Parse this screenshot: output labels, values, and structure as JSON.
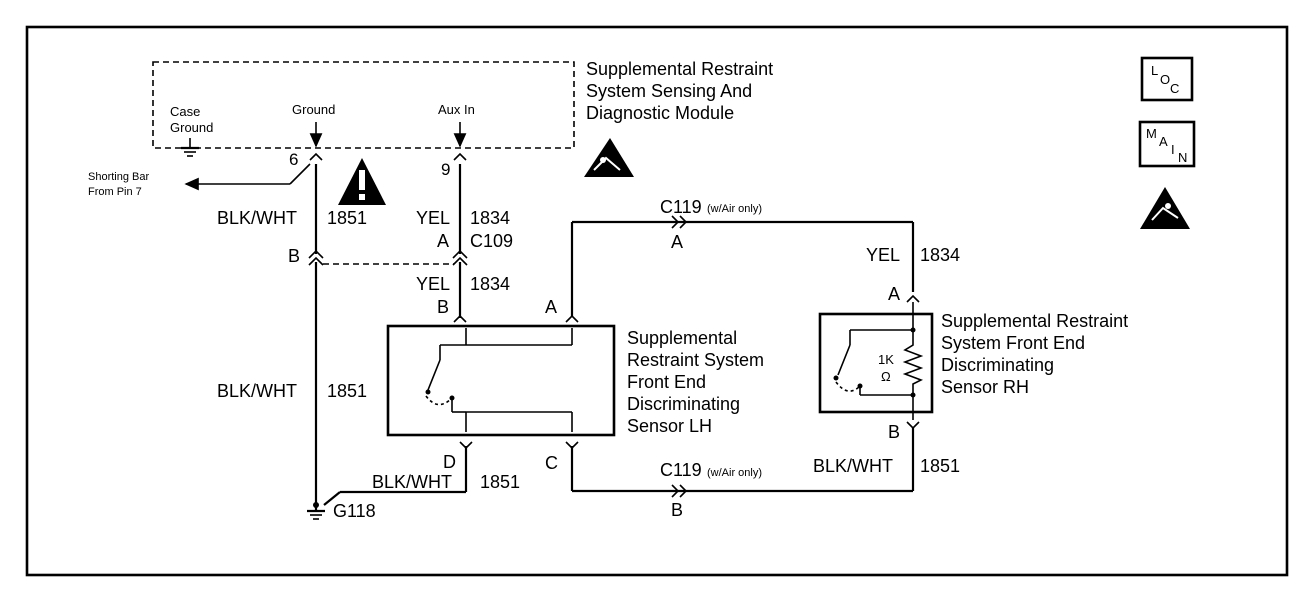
{
  "module": {
    "title_lines": [
      "Supplemental Restraint",
      "System Sensing And",
      "Diagnostic Module"
    ],
    "case_ground": [
      "Case",
      "Ground"
    ],
    "ground_label": "Ground",
    "aux_label": "Aux In",
    "pin_ground": "6",
    "pin_aux": "9"
  },
  "shorting_bar": [
    "Shorting Bar",
    "From Pin 7"
  ],
  "wires": {
    "blk_wht": "BLK/WHT",
    "yel": "YEL",
    "circuit_1851": "1851",
    "circuit_1834": "1834"
  },
  "connectors": {
    "c109": "C109",
    "c119_top": "C119",
    "c119_top_note": "(w/Air only)",
    "c119_bottom": "C119",
    "c119_bottom_note": "(w/Air only)",
    "pin_a": "A",
    "pin_b": "B",
    "pin_c": "C",
    "pin_d": "D"
  },
  "sensor_lh": {
    "title_lines": [
      "Supplemental",
      "Restraint System",
      "Front End",
      "Discriminating",
      "Sensor LH"
    ]
  },
  "sensor_rh": {
    "title_lines": [
      "Supplemental Restraint",
      "System Front End",
      "Discriminating",
      "Sensor RH"
    ],
    "resistor_value": "1K",
    "resistor_unit": "Ω"
  },
  "ground_point": "G118",
  "side_icons": {
    "loc": [
      "L",
      "O",
      "C"
    ],
    "main": [
      "M",
      "A",
      "I",
      "N"
    ]
  }
}
